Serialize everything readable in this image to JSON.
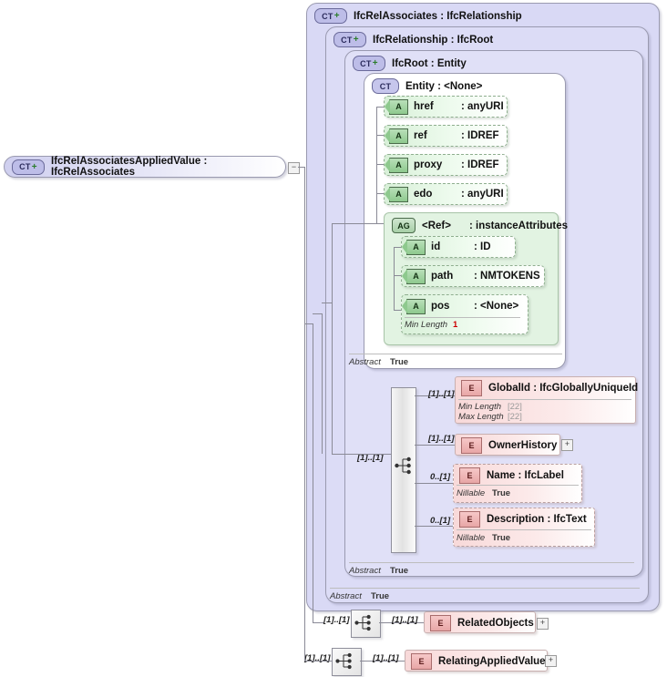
{
  "diagram": {
    "kind": "xsd-schema-diagram",
    "root": {
      "badge": "CT",
      "badge_plus": "+",
      "label": "IfcRelAssociatesAppliedValue : IfcRelAssociates",
      "toggle": "−"
    },
    "containers": [
      {
        "badge": "CT",
        "badge_plus": "+",
        "label": "IfcRelAssociates : IfcRelationship"
      },
      {
        "badge": "CT",
        "badge_plus": "+",
        "label": "IfcRelationship : IfcRoot"
      },
      {
        "badge": "CT",
        "badge_plus": "+",
        "label": "IfcRoot  : Entity"
      },
      {
        "badge": "CT",
        "badge_plus": "",
        "label": "Entity    : <None>"
      }
    ],
    "attributes": [
      {
        "badge": "A",
        "name": "href",
        "type": ": anyURI"
      },
      {
        "badge": "A",
        "name": "ref",
        "type": ": IDREF"
      },
      {
        "badge": "A",
        "name": "proxy",
        "type": ": IDREF"
      },
      {
        "badge": "A",
        "name": "edo",
        "type": ": anyURI"
      }
    ],
    "group": {
      "badge": "AG",
      "name": "<Ref>",
      "type": ": instanceAttributes",
      "attributes": [
        {
          "badge": "A",
          "name": "id",
          "type": ": ID",
          "facets": []
        },
        {
          "badge": "A",
          "name": "path",
          "type": ": NMTOKENS",
          "facets": []
        },
        {
          "badge": "A",
          "name": "pos",
          "type": ": <None>",
          "facets": [
            {
              "label": "Min Length",
              "value": "1",
              "style": "red"
            }
          ]
        }
      ]
    },
    "elements": [
      {
        "badge": "E",
        "name": "GlobalId : IfcGloballyUniqueId",
        "cardinality": "[1]..[1]",
        "dashed": false,
        "expander": "",
        "facets": [
          {
            "label": "Min Length",
            "value": "[22]",
            "style": "grey"
          },
          {
            "label": "Max Length",
            "value": "[22]",
            "style": "grey"
          }
        ]
      },
      {
        "badge": "E",
        "name": "OwnerHistory",
        "cardinality": "[1]..[1]",
        "dashed": false,
        "expander": "+",
        "facets": []
      },
      {
        "badge": "E",
        "name": "Name     : IfcLabel",
        "cardinality": "0..[1]",
        "dashed": true,
        "expander": "",
        "facets": [
          {
            "label": "Nillable",
            "value": "True",
            "style": "bold"
          }
        ]
      },
      {
        "badge": "E",
        "name": "Description : IfcText",
        "cardinality": "0..[1]",
        "dashed": true,
        "expander": "",
        "facets": [
          {
            "label": "Nillable",
            "value": "True",
            "style": "bold"
          }
        ]
      }
    ],
    "relation_elements": [
      {
        "badge": "E",
        "name": "RelatedObjects",
        "card_left": "[1]..[1]",
        "card_right": "[1]..[1]",
        "expander": "+"
      },
      {
        "badge": "E",
        "name": "RelatingAppliedValue",
        "card_left": "[1]..[1]",
        "card_right": "[1]..[1]",
        "expander": "+"
      }
    ],
    "sequence_cardinality": "[1]..[1]",
    "abstract_rows": [
      {
        "label": "Abstract",
        "value": "True"
      },
      {
        "label": "Abstract",
        "value": "True"
      },
      {
        "label": "Abstract",
        "value": "True"
      }
    ],
    "colors": {
      "complex_type_bg": "#d9d9f5",
      "attribute_bg": "#d8f0d8",
      "group_bg": "#e2f3e2",
      "element_bg": "#f8d9d9",
      "line": "#8a8a96",
      "facet_red": "#cc0000"
    }
  }
}
